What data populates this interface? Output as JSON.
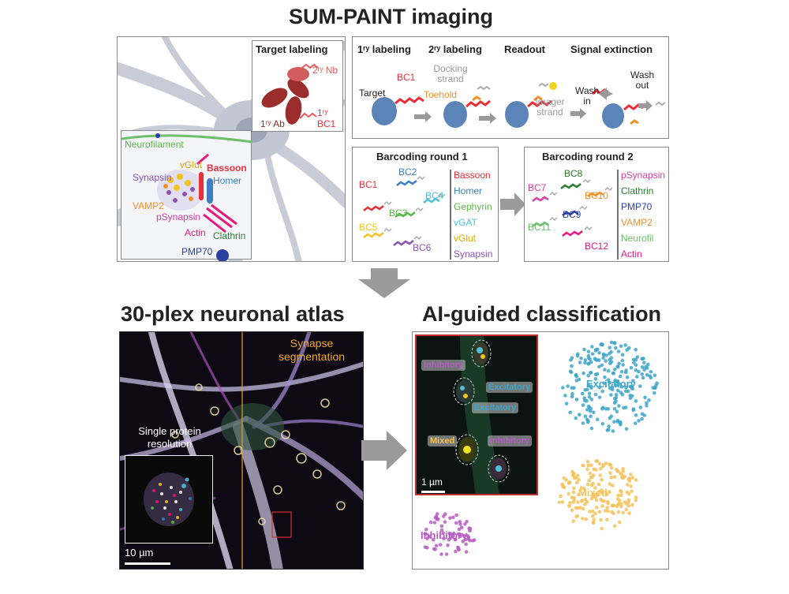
{
  "titles": {
    "main": "SUM-PAINT imaging",
    "atlas": "30-plex neuronal atlas",
    "classification": "AI-guided classification"
  },
  "target_labeling": {
    "title": "Target labeling",
    "nb": "2ʳʸ Nb",
    "ab": "1ʳʸ Ab",
    "bc_top": "1ʳʸ",
    "bc_bottom": "BC1"
  },
  "synapse_inset": {
    "neurofilament": "Neurofilament",
    "vglut": "vGlut",
    "synapsin": "Synapsin",
    "vamp2": "VAMP2",
    "psynapsin": "pSynapsin",
    "bassoon": "Bassoon",
    "homer": "Homer",
    "actin": "Actin",
    "clathrin": "Clathrin",
    "pmp70": "PMP70"
  },
  "workflow": {
    "steps": [
      "1ʳʸ labeling",
      "2ʳʸ labeling",
      "Readout",
      "Signal extinction"
    ],
    "target": "Target",
    "bc1": "BC1",
    "docking": "Docking strand",
    "toehold": "Toehold",
    "imager": "Imager strand",
    "wash_in": "Wash in",
    "wash_out": "Wash out"
  },
  "round1": {
    "title": "Barcoding round 1",
    "codes": [
      "BC1",
      "BC2",
      "BC3",
      "BC4",
      "BC5",
      "BC6"
    ],
    "targets": [
      "Bassoon",
      "Homer",
      "Gephyrin",
      "vGAT",
      "vGlut",
      "Synapsin"
    ]
  },
  "round2": {
    "title": "Barcoding round 2",
    "codes": [
      "BC7",
      "BC8",
      "BC9",
      "BC10",
      "BC11",
      "BC12"
    ],
    "targets": [
      "pSynapsin",
      "Clathrin",
      "PMP70",
      "VAMP2",
      "Neurofil",
      "Actin"
    ]
  },
  "atlas": {
    "segmentation": "Synapse segmentation",
    "single_protein": "Single protein resolution",
    "scale": "10 µm"
  },
  "classification": {
    "inset_labels": [
      "Inhibitory",
      "Excitatory",
      "Excitatory",
      "Mixed",
      "Inhibitory"
    ],
    "scale": "1 µm",
    "clusters": [
      "Excitatory",
      "Mixed",
      "Inhibitory"
    ]
  },
  "colors": {
    "bassoon": "#e8303a",
    "homer": "#3f7fc1",
    "gephyrin": "#5cb848",
    "vgat": "#4fc1d6",
    "vglut": "#f2c21e",
    "synapsin": "#8a54b3",
    "psynapsin": "#d6409f",
    "clathrin": "#2e7d32",
    "pmp70": "#2b3f9e",
    "vamp2": "#f0912a",
    "neurofil": "#6dbf6a",
    "actin": "#e6197f",
    "excitatory": "#3ea6c8",
    "mixed": "#f3c35c",
    "inhibitory": "#b75ec2"
  }
}
